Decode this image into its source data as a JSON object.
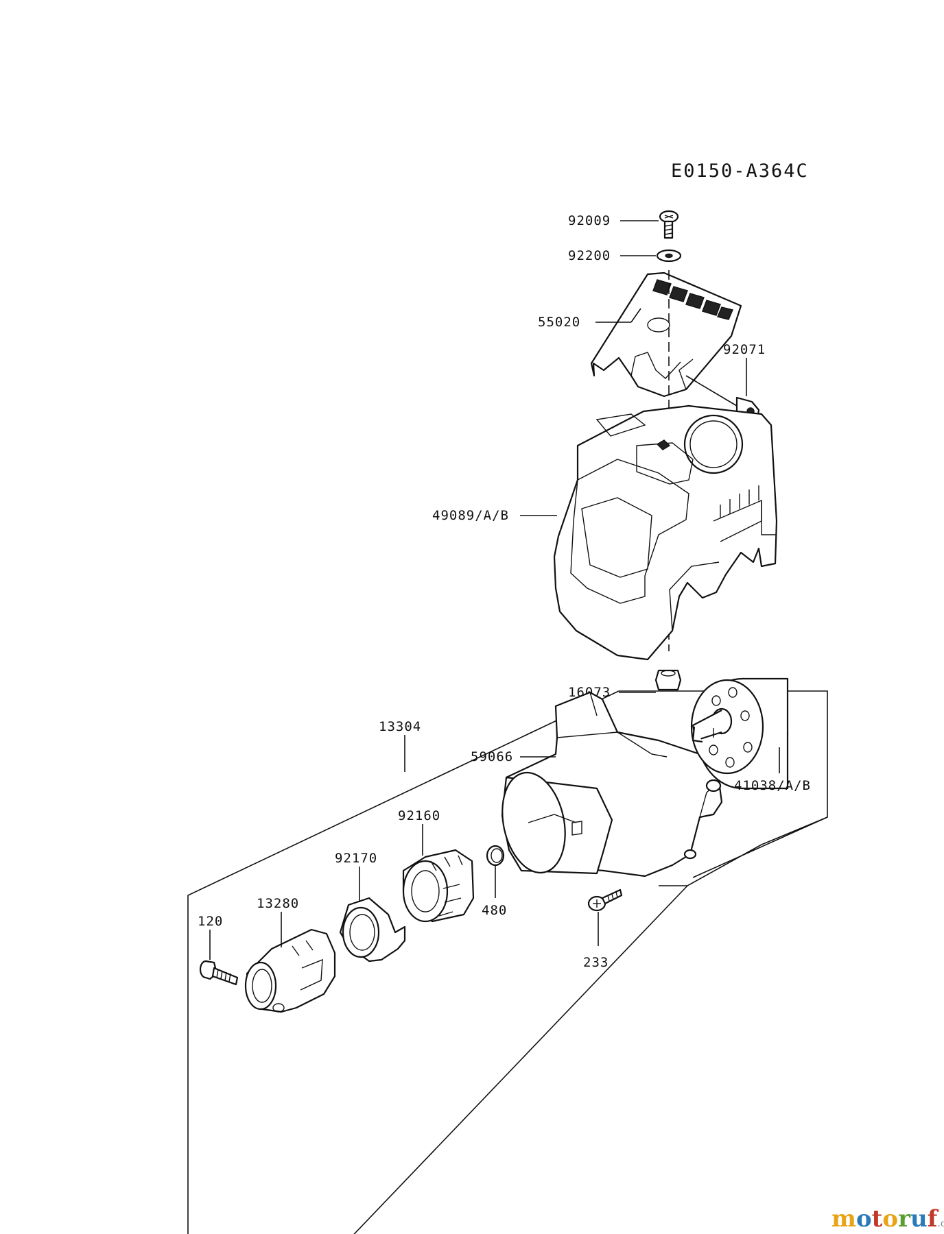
{
  "diagram_code": "E0150-A364C",
  "watermark": {
    "letters": [
      {
        "ch": "m",
        "color": "#e8a317"
      },
      {
        "ch": "o",
        "color": "#2a7ab9"
      },
      {
        "ch": "t",
        "color": "#c0392b"
      },
      {
        "ch": "o",
        "color": "#e8a317"
      },
      {
        "ch": "r",
        "color": "#5a9e2f"
      },
      {
        "ch": "u",
        "color": "#2a7ab9"
      },
      {
        "ch": "f",
        "color": "#c0392b"
      }
    ],
    "suffix": ".de"
  },
  "parts": {
    "p92009": "92009",
    "p92200": "92200",
    "p55020": "55020",
    "p92071": "92071",
    "p49089": "49089/A/B",
    "p16073": "16073",
    "p13304": "13304",
    "p59066": "59066",
    "p41038": "41038/A/B",
    "p92160": "92160",
    "p92170": "92170",
    "p480": "480",
    "p233": "233",
    "p120": "120",
    "p13280": "13280"
  }
}
